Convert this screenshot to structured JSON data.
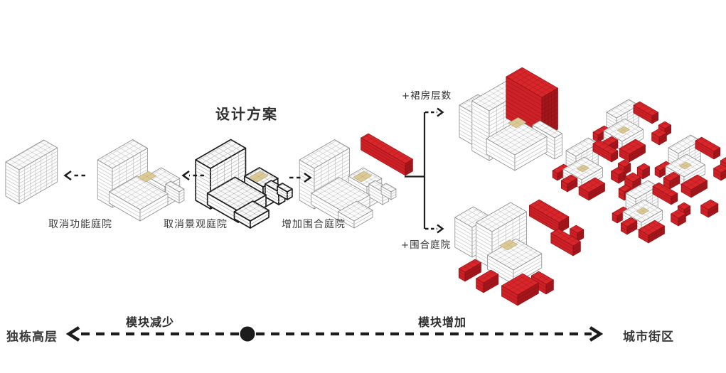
{
  "title": "设计方案",
  "steps": {
    "cancel_functional_courtyard": "取消功能庭院",
    "cancel_landscape_courtyard": "取消景观庭院",
    "add_enclosed_courtyard": "增加围合庭院"
  },
  "branches": {
    "podium_floors": "+裙房层数",
    "enclosed_courtyard": "+围合庭院"
  },
  "axis": {
    "left_end": "独栋高层",
    "left_direction": "模块减少",
    "right_direction": "模块增加",
    "right_end": "城市街区"
  },
  "colors": {
    "red_left": "#cd2127",
    "red_right": "#a3161b",
    "red_top": "#d8262b",
    "red_edge": "#8c0f13",
    "courtyard_tan": "#dbca96",
    "courtyard_edge": "#b9a878",
    "white_edge": "#8c8c8c",
    "bold_edge": "#1b1b1b",
    "floor_line": "#b8b8b8",
    "arrow_black": "#1c1c1c"
  }
}
